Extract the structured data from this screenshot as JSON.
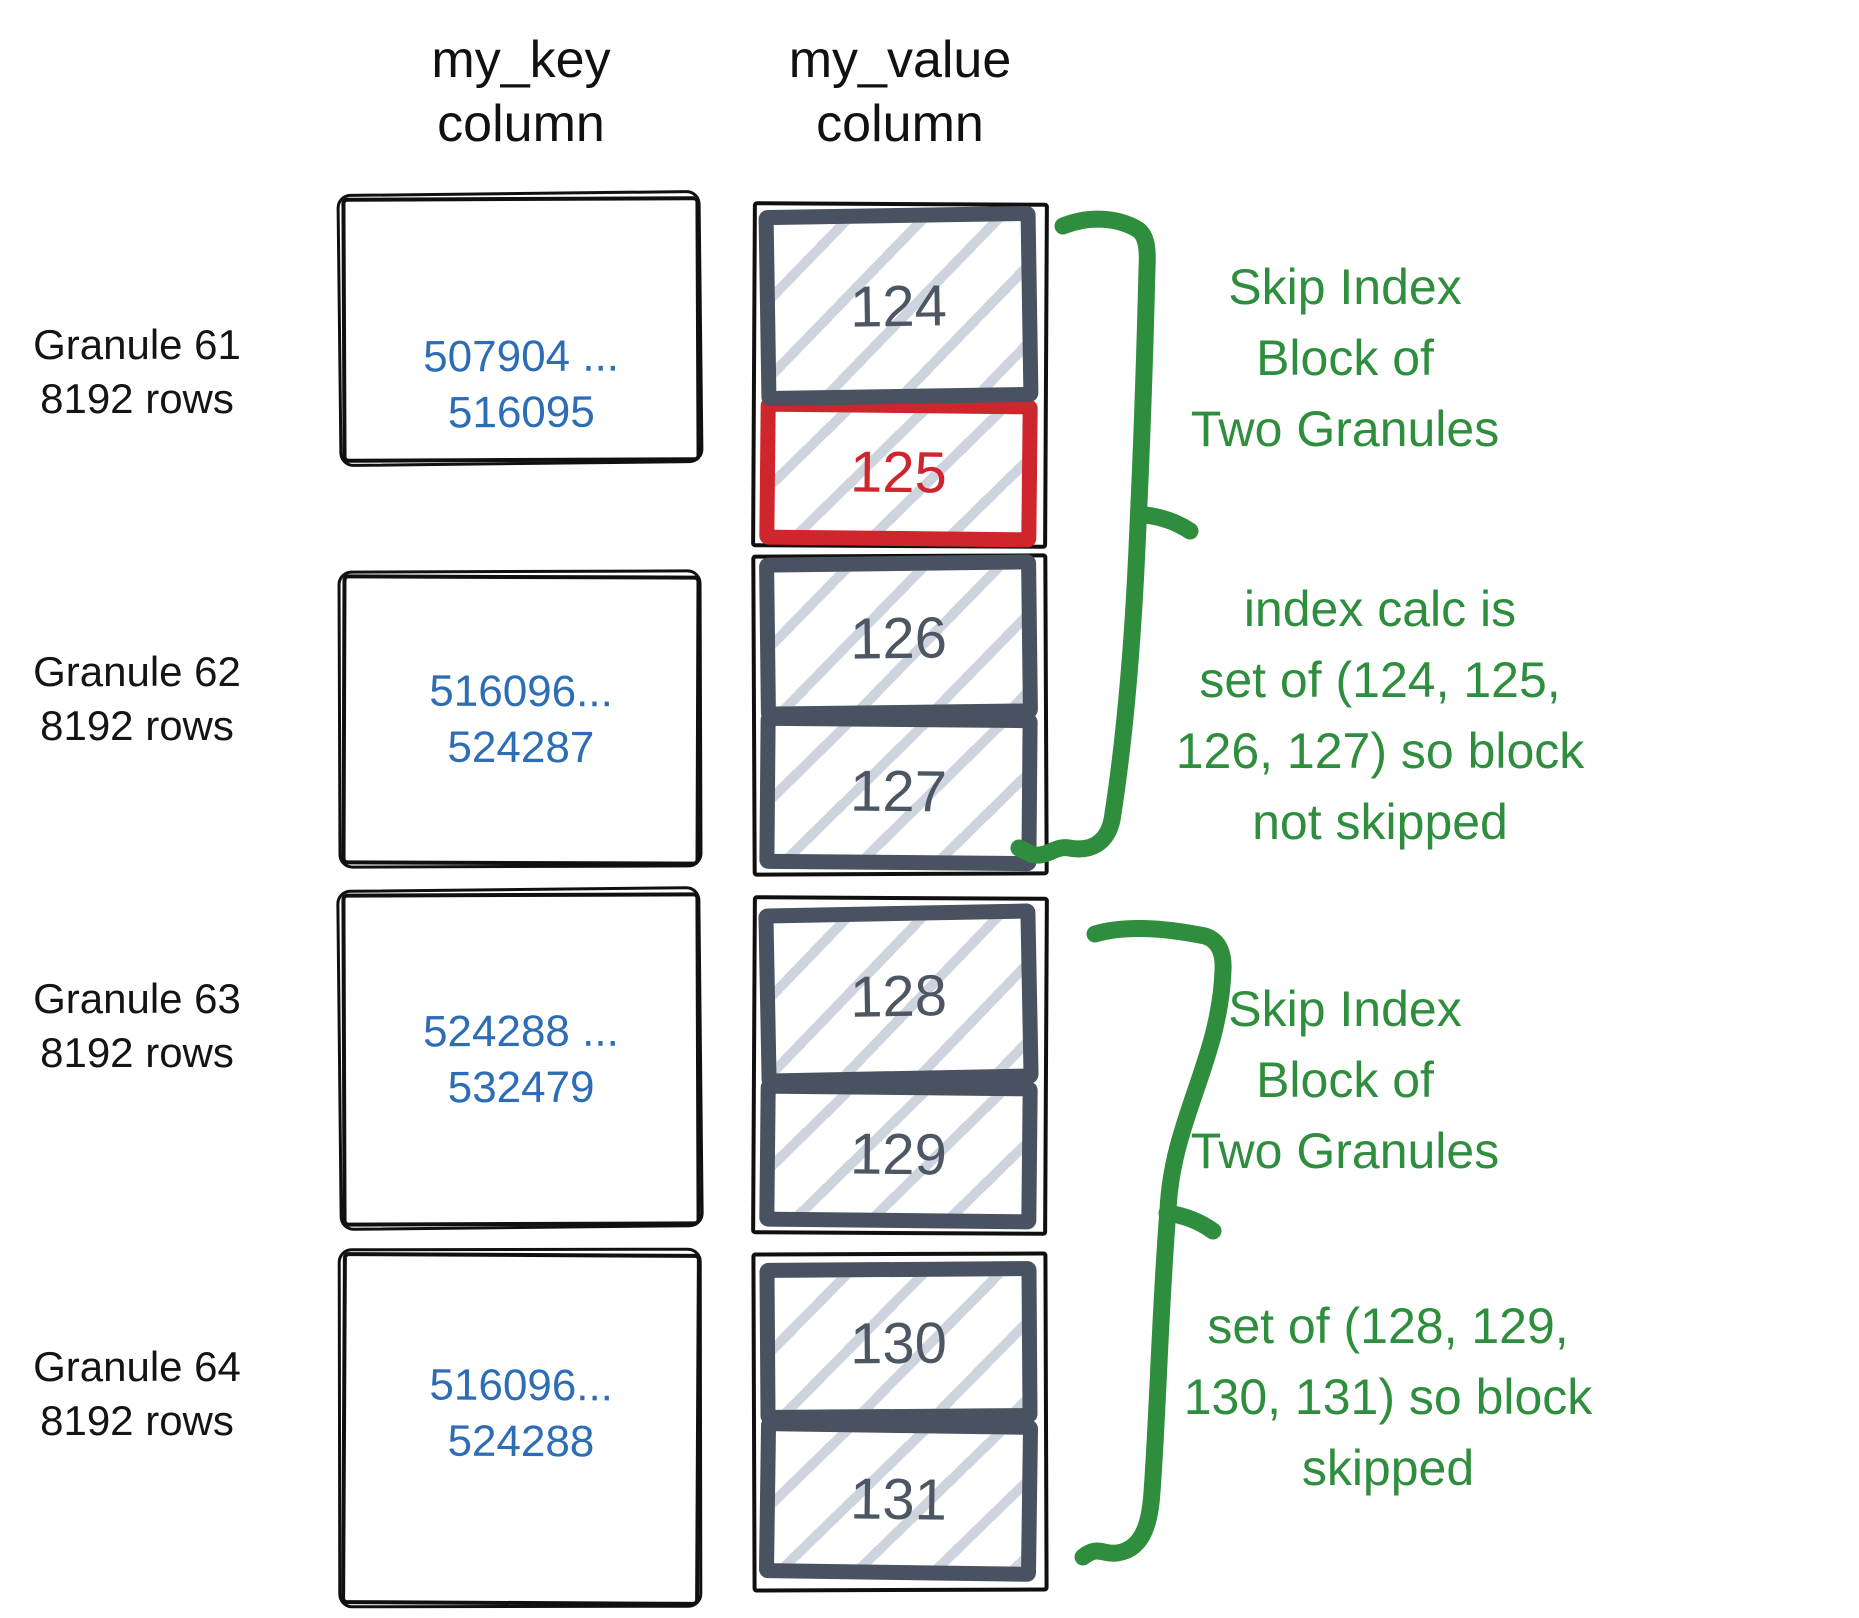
{
  "headers": {
    "key": [
      "my_key",
      "column"
    ],
    "value": [
      "my_value",
      "column"
    ]
  },
  "granules": [
    {
      "name": "Granule 61",
      "rows": "8192 rows",
      "key_range": [
        "507904 ...",
        "516095"
      ],
      "blocks": [
        {
          "label": "124",
          "highlighted": false
        },
        {
          "label": "125",
          "highlighted": true
        }
      ]
    },
    {
      "name": "Granule 62",
      "rows": "8192 rows",
      "key_range": [
        "516096...",
        "524287"
      ],
      "blocks": [
        {
          "label": "126",
          "highlighted": false
        },
        {
          "label": "127",
          "highlighted": false
        }
      ]
    },
    {
      "name": "Granule 63",
      "rows": "8192 rows",
      "key_range": [
        "524288 ...",
        "532479"
      ],
      "blocks": [
        {
          "label": "128",
          "highlighted": false
        },
        {
          "label": "129",
          "highlighted": false
        }
      ]
    },
    {
      "name": "Granule 64",
      "rows": "8192 rows",
      "key_range": [
        "516096...",
        "524288"
      ],
      "blocks": [
        {
          "label": "130",
          "highlighted": false
        },
        {
          "label": "131",
          "highlighted": false
        }
      ]
    }
  ],
  "annotations": [
    {
      "lines": [
        "Skip Index",
        "Block of",
        "Two Granules"
      ]
    },
    {
      "lines": [
        "index calc is",
        "set of (124, 125,",
        "126, 127) so block",
        "not skipped"
      ]
    },
    {
      "lines": [
        "Skip Index",
        "Block of",
        "Two Granules"
      ]
    },
    {
      "lines": [
        "set of (128, 129,",
        "130, 131) so block",
        "skipped"
      ]
    }
  ],
  "colors": {
    "annotation_green": "#2f8e3e",
    "highlight_red": "#ce262c",
    "key_text_blue": "#2d6db5",
    "block_border_slate": "#485260",
    "hatch_gray": "#cdd4de",
    "sketch_black": "#101010"
  }
}
